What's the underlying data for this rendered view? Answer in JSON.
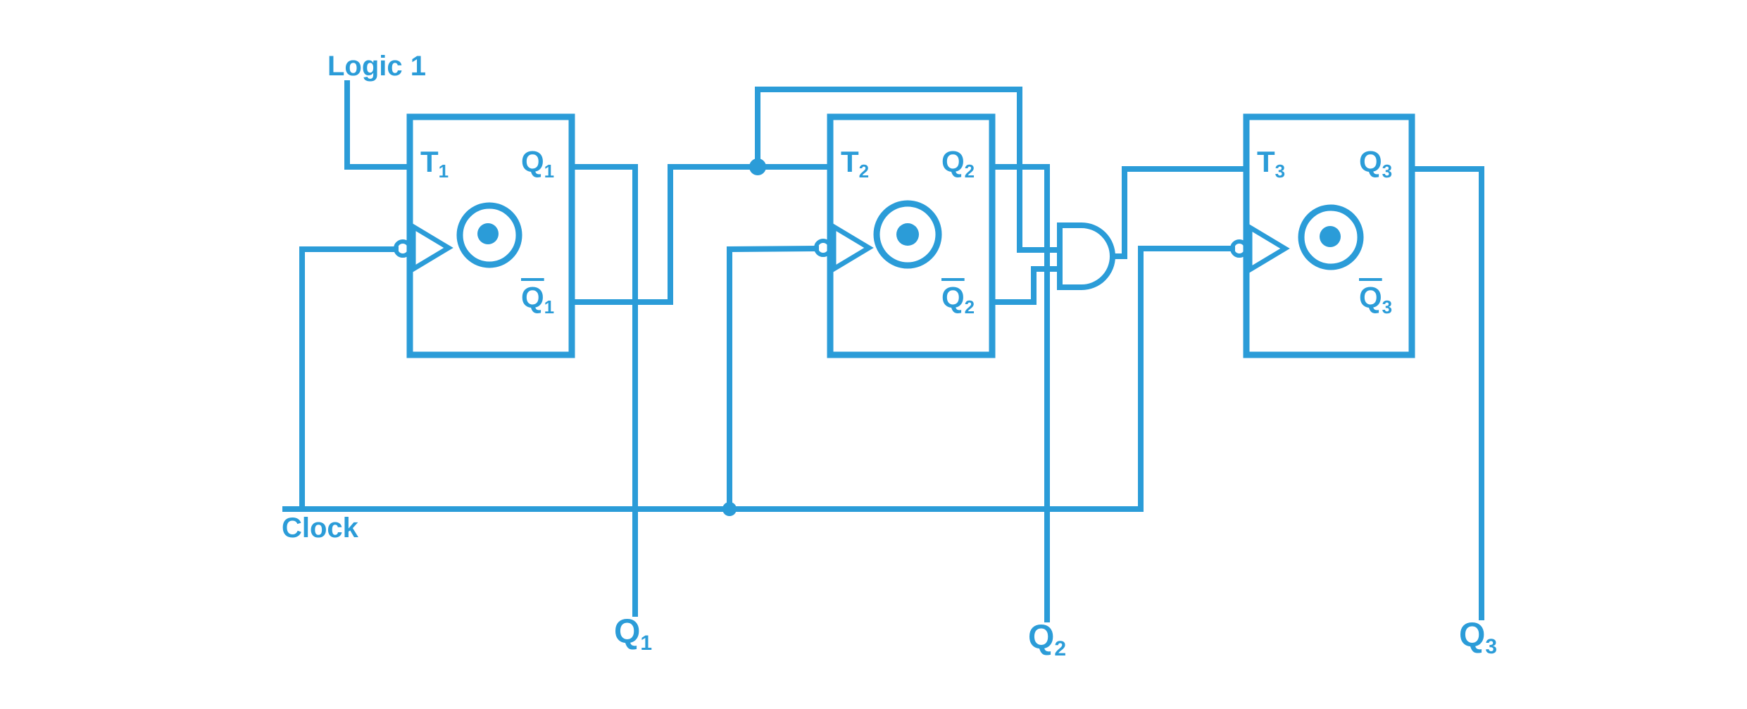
{
  "colors": {
    "ink": "#2B9CD8",
    "background": "#FFFFFF"
  },
  "labels": {
    "logic_high": "Logic 1",
    "clock": "Clock"
  },
  "flip_flops": [
    {
      "name": "flip-flop-1",
      "t_letter": "T",
      "t_sub": "1",
      "q_letter": "Q",
      "q_sub": "1",
      "qbar_letter": "Q",
      "qbar_sub": "1",
      "center_icon": "clock-face"
    },
    {
      "name": "flip-flop-2",
      "t_letter": "T",
      "t_sub": "2",
      "q_letter": "Q",
      "q_sub": "2",
      "qbar_letter": "Q",
      "qbar_sub": "2",
      "center_icon": "clock-face"
    },
    {
      "name": "flip-flop-3",
      "t_letter": "T",
      "t_sub": "3",
      "q_letter": "Q",
      "q_sub": "3",
      "qbar_letter": "Q",
      "qbar_sub": "3",
      "center_icon": "clock-face"
    }
  ],
  "gate": {
    "type": "AND"
  },
  "outputs": [
    {
      "letter": "Q",
      "sub": "1"
    },
    {
      "letter": "Q",
      "sub": "2"
    },
    {
      "letter": "Q",
      "sub": "3"
    }
  ]
}
